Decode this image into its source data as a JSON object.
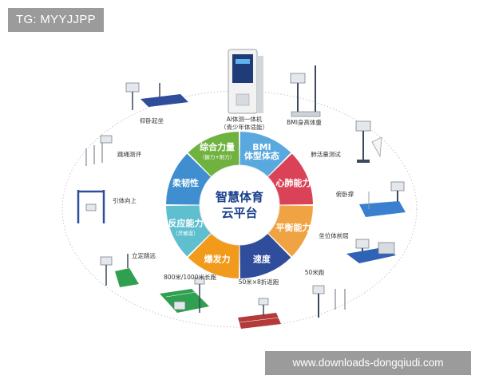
{
  "tag": "TG: MYYJJPP",
  "footer": "www.downloads-dongqiudi.com",
  "center": {
    "line1": "智慧体育",
    "line2": "云平台"
  },
  "segments": [
    {
      "title": "BMI",
      "title2": "体型体态",
      "sub": "",
      "color": "#5aa9de"
    },
    {
      "title": "心肺能力",
      "title2": "",
      "sub": "",
      "color": "#d94257"
    },
    {
      "title": "平衡能力",
      "title2": "",
      "sub": "",
      "color": "#f0a343"
    },
    {
      "title": "速度",
      "title2": "",
      "sub": "",
      "color": "#2f4d9a"
    },
    {
      "title": "爆发力",
      "title2": "",
      "sub": "",
      "color": "#f29a1c"
    },
    {
      "title": "反应能力",
      "title2": "",
      "sub": "（灵敏度）",
      "color": "#5fbfcf"
    },
    {
      "title": "柔韧性",
      "title2": "",
      "sub": "",
      "color": "#3f8fd0"
    },
    {
      "title": "综合力量",
      "title2": "",
      "sub": "（握力+耐力）",
      "color": "#6fb23f"
    }
  ],
  "stations": [
    {
      "name": "kiosk",
      "label": "AI体测一体机",
      "label2": "（青少年体适能）"
    },
    {
      "name": "bmi",
      "label": "BMI身高体重",
      "label2": ""
    },
    {
      "name": "lung",
      "label": "肺活量测试",
      "label2": ""
    },
    {
      "name": "balance",
      "label": "俯卧撑",
      "label2": ""
    },
    {
      "name": "reaction",
      "label": "坐位体前屈",
      "label2": ""
    },
    {
      "name": "run50x8",
      "label": "50米跑",
      "label2": ""
    },
    {
      "name": "run50",
      "label": "50米×8折返跑",
      "label2": ""
    },
    {
      "name": "run800",
      "label": "800米/1000米长跑",
      "label2": ""
    },
    {
      "name": "jump",
      "label": "立定跳远",
      "label2": ""
    },
    {
      "name": "pullup",
      "label": "引体向上",
      "label2": ""
    },
    {
      "name": "rope",
      "label": "跳绳测评",
      "label2": ""
    },
    {
      "name": "situp",
      "label": "仰卧起坐",
      "label2": ""
    }
  ]
}
